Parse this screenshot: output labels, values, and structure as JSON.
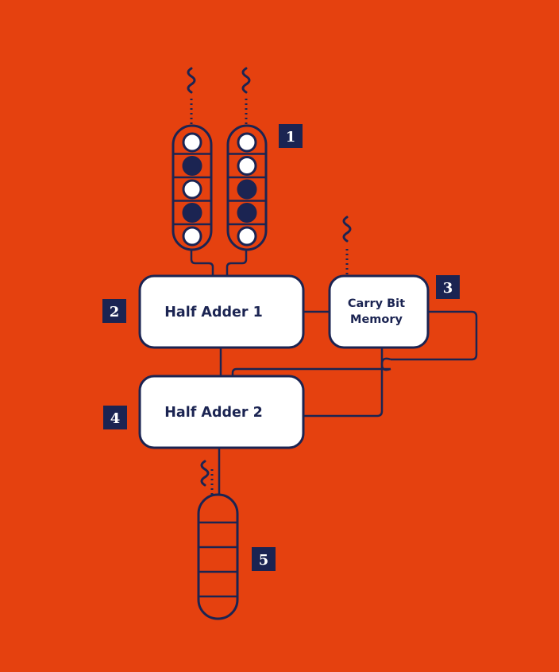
{
  "colors": {
    "background": "#E5410F",
    "stroke": "#1B2452",
    "box_fill": "#FFFFFF",
    "badge_fill": "#1B2452",
    "badge_text": "#FFFFFF"
  },
  "blocks": {
    "half_adder_1": "Half Adder 1",
    "half_adder_2": "Half Adder 2",
    "carry_bit_memory_line1": "Carry Bit",
    "carry_bit_memory_line2": "Memory"
  },
  "badges": {
    "inputs": "1",
    "half_adder_1": "2",
    "carry_memory": "3",
    "half_adder_2": "4",
    "output": "5"
  },
  "input_a_bits": [
    0,
    1,
    0,
    1,
    0
  ],
  "input_b_bits": [
    0,
    0,
    1,
    1,
    0
  ],
  "output_cells": 5
}
